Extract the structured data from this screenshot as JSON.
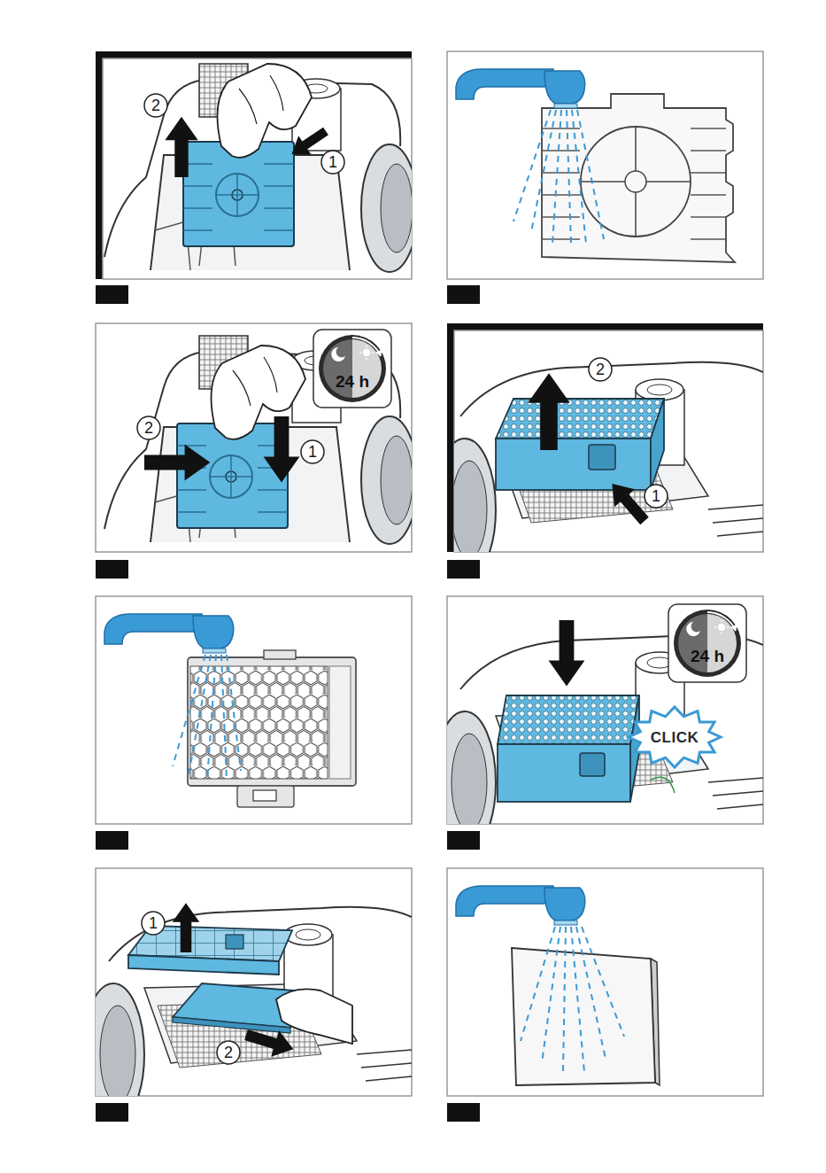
{
  "diagram": {
    "labels": [
      "2",
      "1",
      "24 h",
      "2",
      "1",
      "2",
      "1",
      "24 h",
      "CLICK",
      "1",
      "2"
    ]
  }
}
